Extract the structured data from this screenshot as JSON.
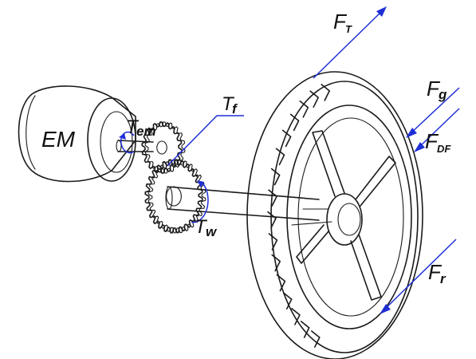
{
  "diagram": {
    "components": {
      "motor_label": "EM"
    },
    "torques": [
      {
        "id": "em",
        "main": "T",
        "sub": "em"
      },
      {
        "id": "f",
        "main": "T",
        "sub": "f"
      },
      {
        "id": "w",
        "main": "T",
        "sub": "w"
      }
    ],
    "forces": [
      {
        "id": "T",
        "main": "F",
        "sub": "T"
      },
      {
        "id": "g",
        "main": "F",
        "sub": "g"
      },
      {
        "id": "DF",
        "main": "F",
        "sub": "DF"
      },
      {
        "id": "r",
        "main": "F",
        "sub": "r"
      }
    ],
    "colors": {
      "arrow": "#1f2fd6",
      "line_art": "#1a1a1a",
      "background": "#ffffff"
    }
  }
}
